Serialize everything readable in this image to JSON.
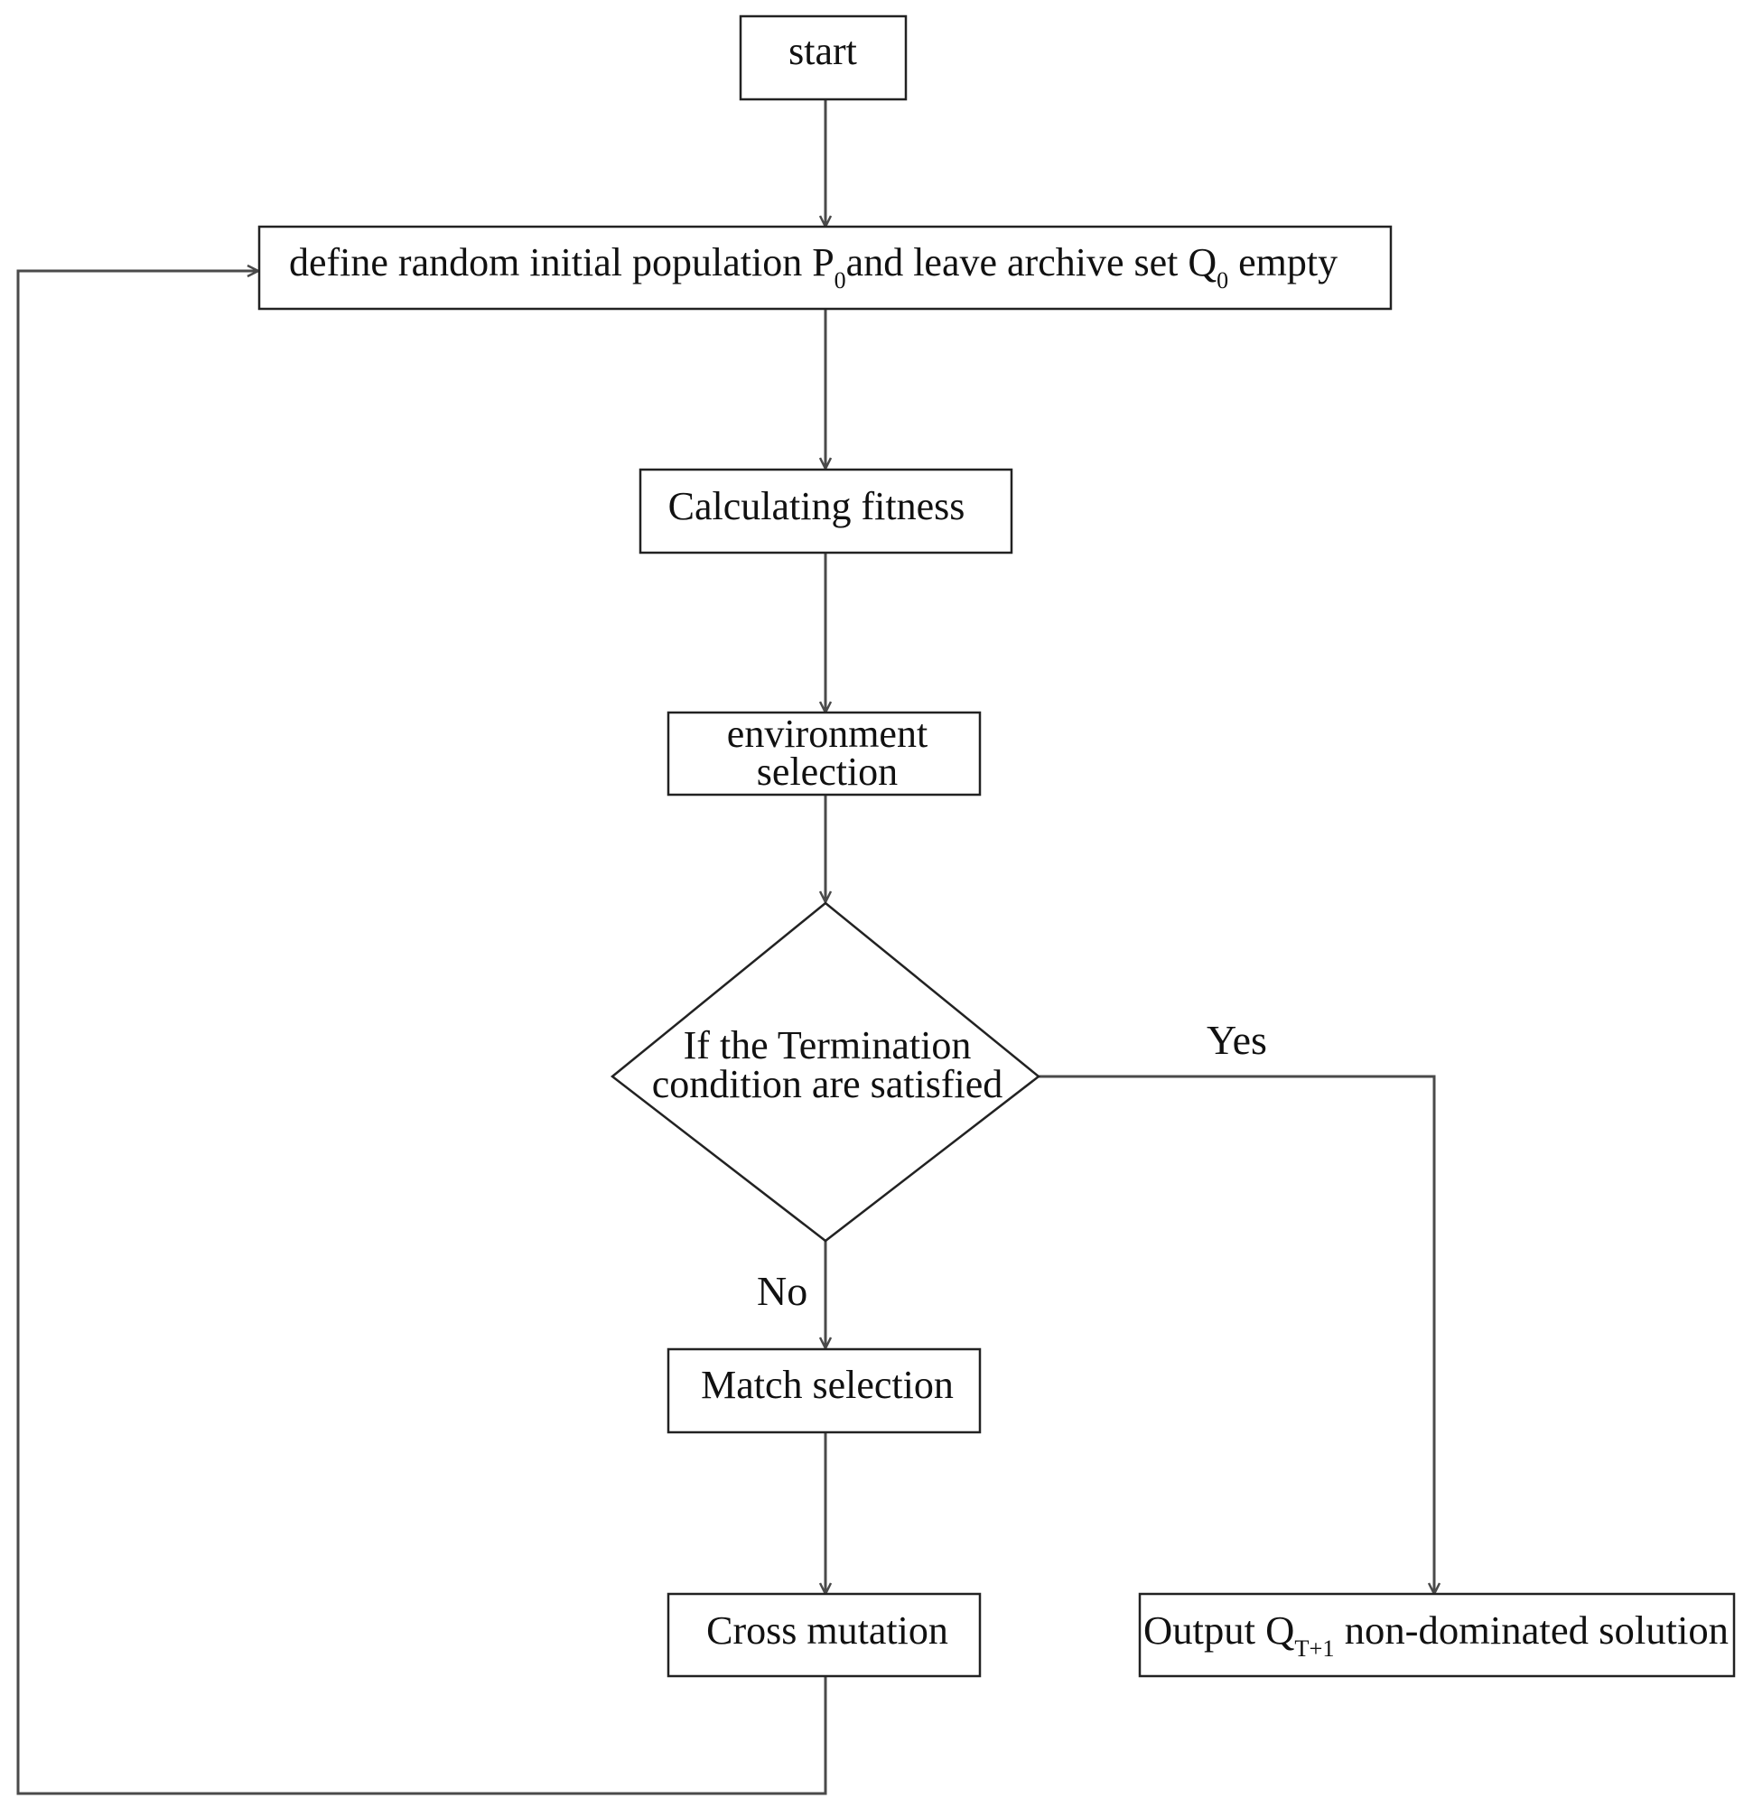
{
  "nodes": {
    "start": {
      "label": "start"
    },
    "init": {
      "label_part1": "define random initial population P",
      "label_sub1": "0",
      "label_part2": "and leave archive set Q",
      "label_sub2": "0",
      "label_part3": " empty"
    },
    "fitness": {
      "label": "Calculating fitness"
    },
    "environment": {
      "line1": "environment",
      "line2": "selection"
    },
    "decision": {
      "line1": "If the Termination",
      "line2": "condition are satisfied"
    },
    "match": {
      "label": "Match selection"
    },
    "cross": {
      "label": "Cross mutation"
    },
    "output": {
      "label_part1": "Output Q",
      "label_sub": "T+1",
      "label_part2": " non-dominated solution"
    }
  },
  "edges": {
    "yes_label": "Yes",
    "no_label": "No"
  },
  "colors": {
    "line": "#4a4a4a",
    "box_border": "#222222",
    "text": "#111111"
  }
}
